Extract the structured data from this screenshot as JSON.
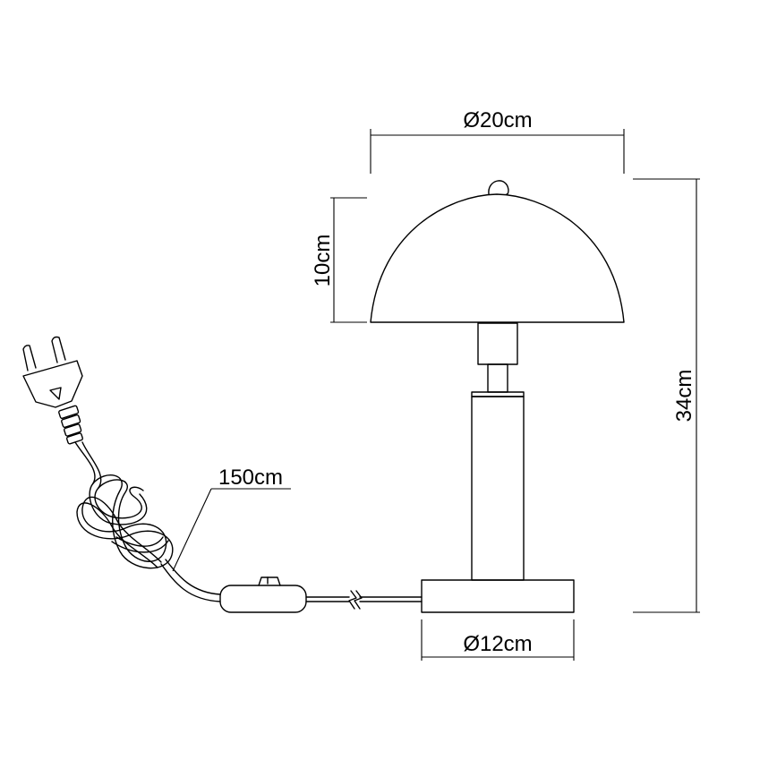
{
  "dimensions": {
    "shade_diameter": "Ø20cm",
    "shade_height": "10cm",
    "total_height": "34cm",
    "base_diameter": "Ø12cm",
    "cable_length": "150cm"
  }
}
